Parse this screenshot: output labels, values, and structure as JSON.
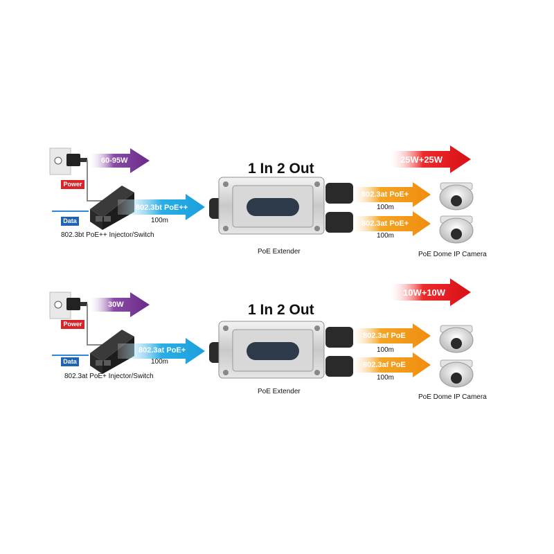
{
  "colors": {
    "blue_arrow": "#2aaee6",
    "orange_arrow": "#f39a1a",
    "purple_arrow": "#7c3d97",
    "red_arrow": "#e3151f",
    "power_tag": "#d9252a",
    "data_tag": "#1f63b5",
    "data_line": "#2f86d6"
  },
  "diagrams": [
    {
      "heading": "1 In 2 Out",
      "power_budget": "60-95W",
      "power_label": "Power",
      "data_label": "Data",
      "injector_label": "802.3bt PoE++ Injector/Switch",
      "input_standard": "802.3bt PoE++",
      "input_distance": "100m",
      "extender_label": "PoE Extender",
      "output_total": "25W+25W",
      "outputs": [
        {
          "standard": "802.3at PoE+",
          "distance": "100m"
        },
        {
          "standard": "802.3at PoE+",
          "distance": "100m"
        }
      ],
      "camera_label": "PoE Dome IP Camera"
    },
    {
      "heading": "1 In 2 Out",
      "power_budget": "30W",
      "power_label": "Power",
      "data_label": "Data",
      "injector_label": "802.3at PoE+ Injector/Switch",
      "input_standard": "802.3at PoE+",
      "input_distance": "100m",
      "extender_label": "PoE Extender",
      "output_total": "10W+10W",
      "outputs": [
        {
          "standard": "802.3af PoE",
          "distance": "100m"
        },
        {
          "standard": "802.3af PoE",
          "distance": "100m"
        }
      ],
      "camera_label": "PoE Dome IP Camera"
    }
  ]
}
